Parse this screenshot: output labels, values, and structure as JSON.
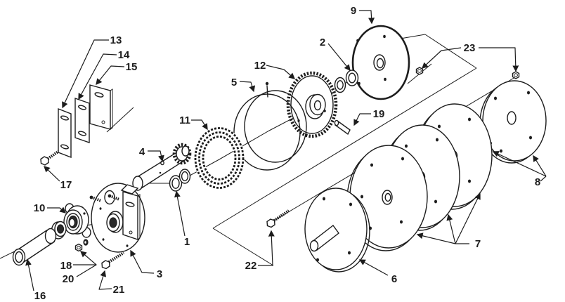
{
  "diagram": {
    "kind": "exploded-parts-diagram",
    "background_color": "#ffffff",
    "line_color": "#1c1c1c",
    "callouts": [
      {
        "id": 1,
        "label": "1",
        "points_to": "washer-pair"
      },
      {
        "id": 2,
        "label": "2",
        "points_to": "washer-pair-small"
      },
      {
        "id": 3,
        "label": "3",
        "points_to": "bearing-plate-disc"
      },
      {
        "id": 4,
        "label": "4",
        "points_to": "shaft-with-sprocket"
      },
      {
        "id": 5,
        "label": "5",
        "points_to": "drum-ring"
      },
      {
        "id": 6,
        "label": "6",
        "points_to": "disc-with-stub-shaft"
      },
      {
        "id": 7,
        "label": "7",
        "points_to": "middle-discs"
      },
      {
        "id": 8,
        "label": "8",
        "points_to": "end-disc"
      },
      {
        "id": 9,
        "label": "9",
        "points_to": "cover-disc"
      },
      {
        "id": 10,
        "label": "10",
        "points_to": "flange-bearing"
      },
      {
        "id": 11,
        "label": "11",
        "points_to": "roller-chain-ring"
      },
      {
        "id": 12,
        "label": "12",
        "points_to": "large-sprocket"
      },
      {
        "id": 13,
        "label": "13",
        "points_to": "flat-plate"
      },
      {
        "id": 14,
        "label": "14",
        "points_to": "flat-plate"
      },
      {
        "id": 15,
        "label": "15",
        "points_to": "slotted-plate"
      },
      {
        "id": 16,
        "label": "16",
        "points_to": "spacer-tube"
      },
      {
        "id": 17,
        "label": "17",
        "points_to": "hex-bolt"
      },
      {
        "id": 18,
        "label": "18",
        "points_to": "hex-nut"
      },
      {
        "id": 19,
        "label": "19",
        "points_to": "roll-pin"
      },
      {
        "id": 20,
        "label": "20",
        "points_to": "lock-washer"
      },
      {
        "id": 21,
        "label": "21",
        "points_to": "hex-bolt"
      },
      {
        "id": 22,
        "label": "22",
        "points_to": "hex-bolt"
      },
      {
        "id": 23,
        "label": "23",
        "points_to": "hex-nuts"
      }
    ]
  }
}
